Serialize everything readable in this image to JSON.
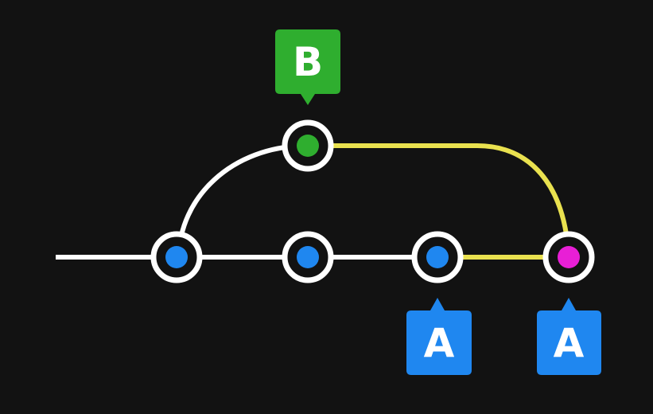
{
  "colors": {
    "background": "#121212",
    "line_white": "#ffffff",
    "line_yellow": "#e9e14f",
    "node_blue": "#1f87f0",
    "node_green": "#2fae2f",
    "node_magenta": "#e81fd6",
    "tag_blue": "#1f87f0",
    "tag_green": "#2fae2f"
  },
  "tags": {
    "b": "B",
    "a_left": "A",
    "a_right": "A"
  }
}
